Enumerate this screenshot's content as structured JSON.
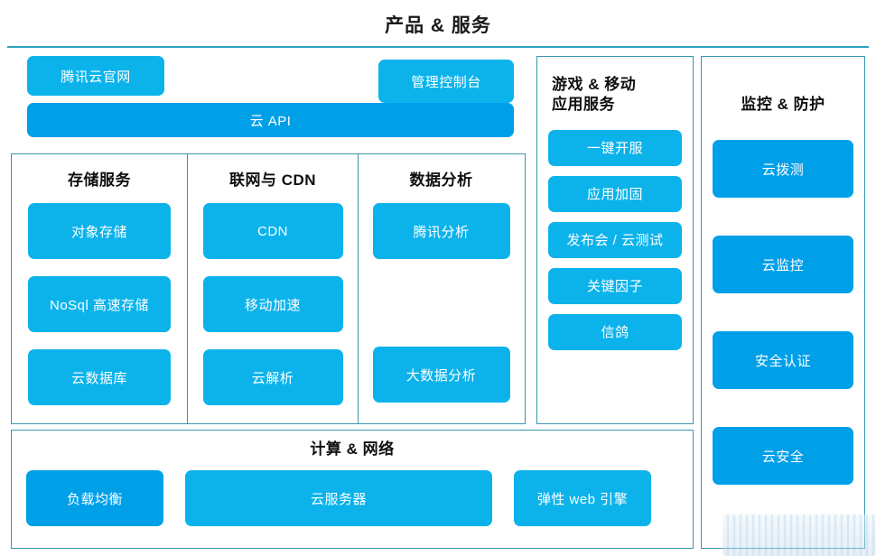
{
  "header": {
    "title": "产品 & 服务"
  },
  "colors": {
    "chip_light": "#0cb3eb",
    "chip_dark": "#00a0e9",
    "panel_border": "#3797ae",
    "title_rule": "#2ea3bd",
    "chip_text": "#ffffff",
    "title_text": "#1a1a1a"
  },
  "top_zone": {
    "portal_label": "腾讯云官网",
    "console_label": "管理控制台",
    "cloud_api_label": "云 API"
  },
  "mid_columns": [
    {
      "title": "存储服务",
      "items": [
        "对象存储",
        "NoSql 高速存储",
        "云数据库"
      ]
    },
    {
      "title": "联网与 CDN",
      "items": [
        "CDN",
        "移动加速",
        "云解析"
      ]
    },
    {
      "title": "数据分析",
      "items": [
        "腾讯分析",
        "大数据分析"
      ]
    }
  ],
  "games_panel": {
    "title": "游戏 & 移动\n应用服务",
    "title_line1": "游戏 & 移动",
    "title_line2": "应用服务",
    "items": [
      "一键开服",
      "应用加固",
      "发布会 / 云测试",
      "关键因子",
      "信鸽"
    ]
  },
  "monitor_panel": {
    "title": "监控 & 防护",
    "items": [
      "云拨测",
      "云监控",
      "安全认证",
      "云安全"
    ]
  },
  "compute_panel": {
    "title": "计算 & 网络",
    "items": [
      "负载均衡",
      "云服务器",
      "弹性 web 引擎"
    ]
  }
}
